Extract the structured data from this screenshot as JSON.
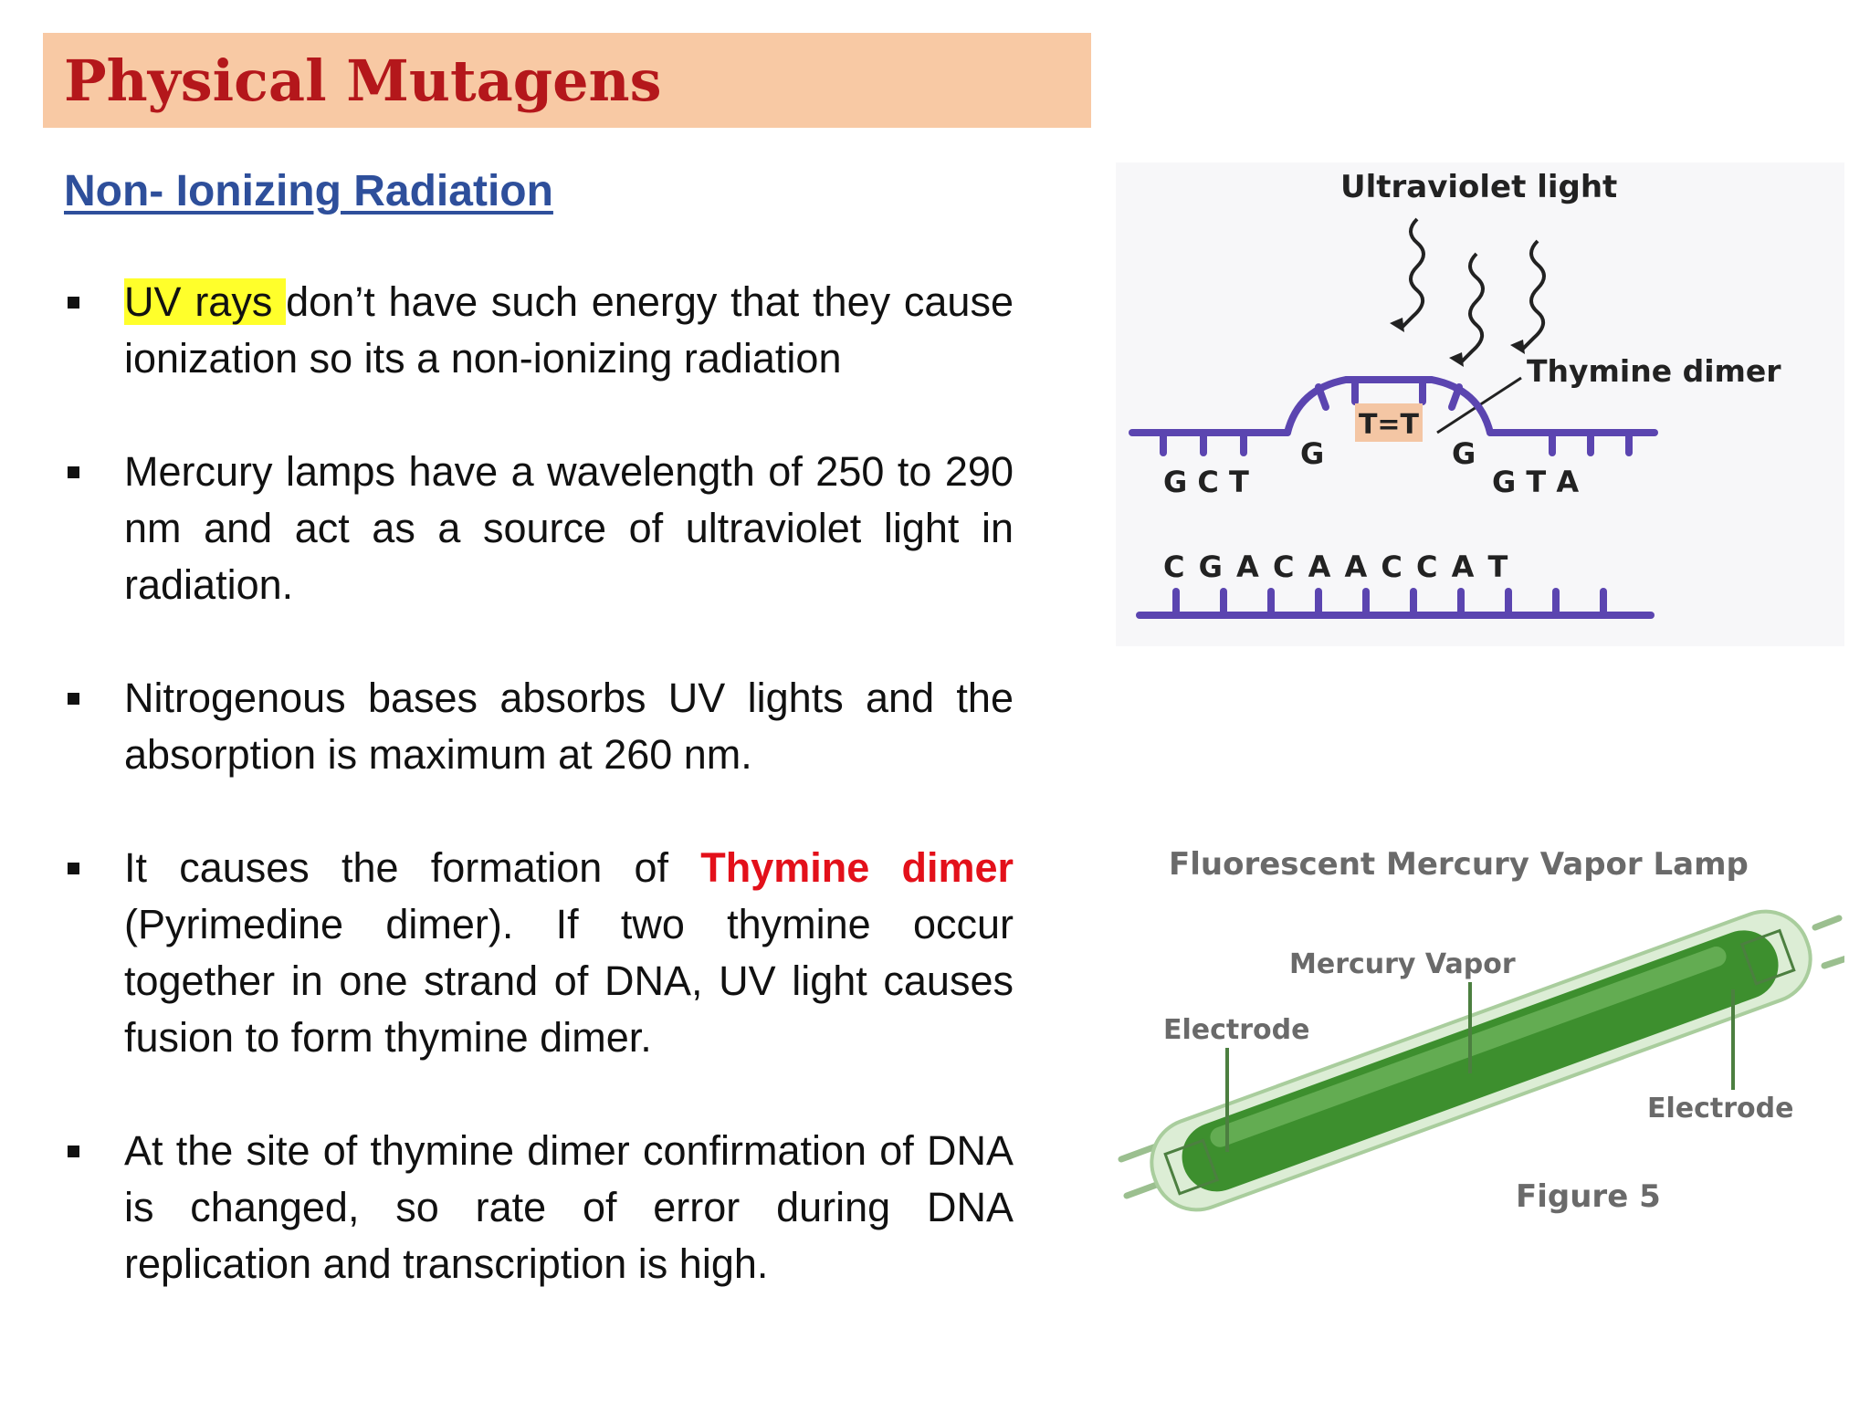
{
  "slide": {
    "title": "Physical Mutagens",
    "subtitle": "Non- Ionizing Radiation"
  },
  "bullets": {
    "b1": {
      "highlight": "UV rays ",
      "rest": "don’t have such energy that they cause ionization so its a non-ionizing radiation"
    },
    "b2": {
      "text": "Mercury lamps have a wavelength of 250 to 290 nm and act as a source of ultraviolet light in radiation."
    },
    "b3": {
      "text": "Nitrogenous bases absorbs UV lights and the absorption is maximum at 260 nm."
    },
    "b4": {
      "before": " It causes the formation of ",
      "emphasis": "Thymine dimer",
      "after": " (Pyrimedine dimer). If two thymine occur together in one strand of DNA, UV light causes fusion to form thymine dimer."
    },
    "b5": {
      "text": " At the site of thymine dimer confirmation of DNA is changed, so rate of error during DNA replication and transcription is high."
    }
  },
  "figure_uv": {
    "uv_label": "Ultraviolet light",
    "dimer_label": "Thymine dimer",
    "dimer_pair": "T=T",
    "top_left_bases": "G C T",
    "g_left": "G",
    "g_right": "G",
    "top_right_bases": "G T A",
    "bottom_bases": "C G A C A A C C A T",
    "strand_color": "#5b45b0",
    "dimer_fill": "#f4c6a4"
  },
  "figure_lamp": {
    "title": "Fluorescent Mercury Vapor Lamp",
    "vapor_label": "Mercury Vapor",
    "electrode_left": "Electrode",
    "electrode_right": "Electrode",
    "figure_caption": "Figure 5",
    "green": "#3d8f2e"
  }
}
